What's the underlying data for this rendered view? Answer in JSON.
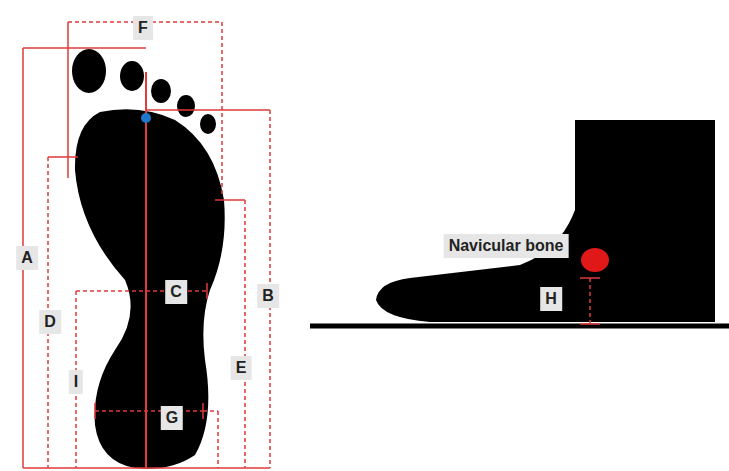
{
  "diagram": {
    "labels": [
      "F",
      "A",
      "B",
      "C",
      "D",
      "E",
      "I",
      "G",
      "Navicular bone",
      "H"
    ]
  }
}
